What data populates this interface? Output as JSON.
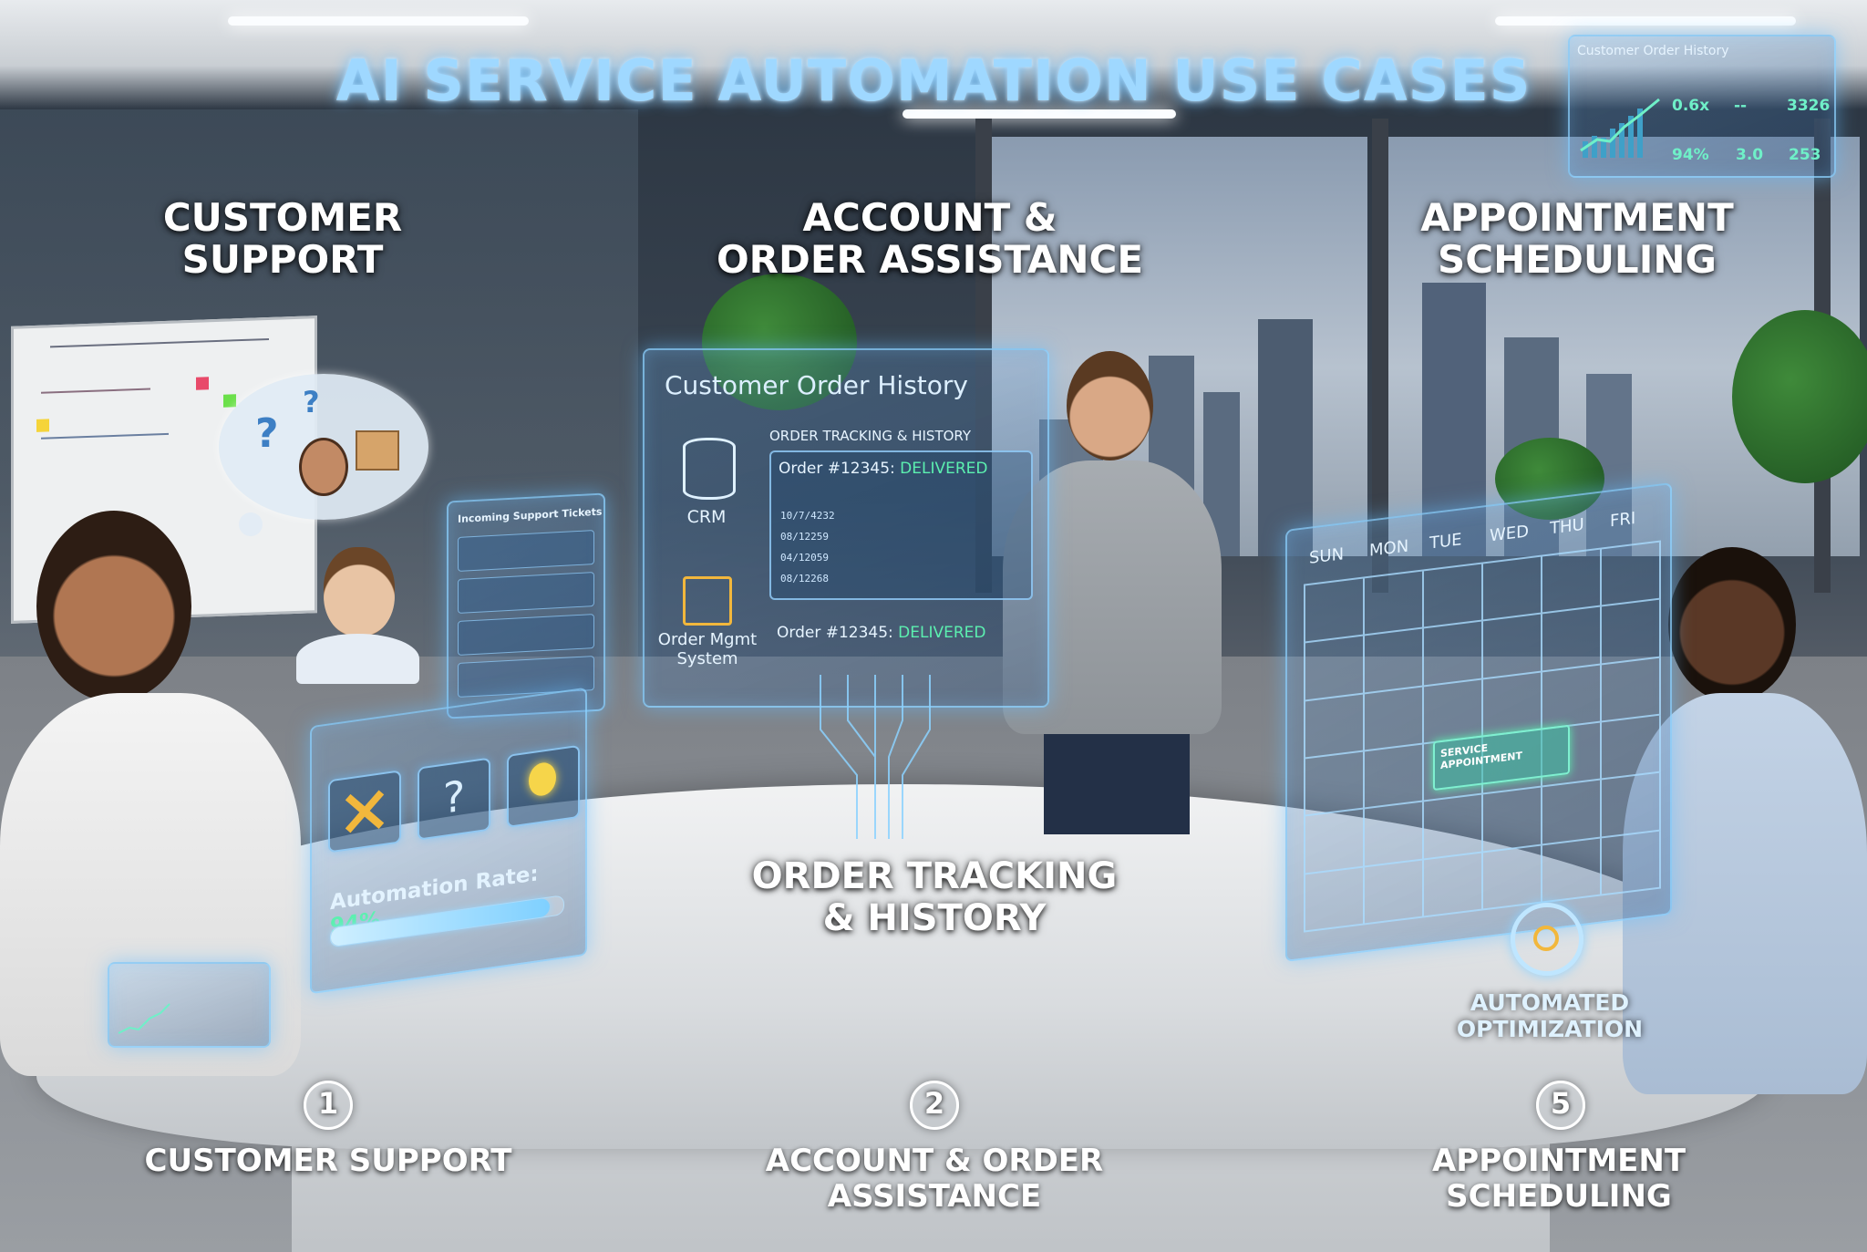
{
  "title": "AI SERVICE AUTOMATION USE CASES",
  "sections": {
    "customer_support": [
      "CUSTOMER",
      "SUPPORT"
    ],
    "account_order": [
      "ACCOUNT &",
      "ORDER ASSISTANCE"
    ],
    "appointment": [
      "APPOINTMENT",
      "SCHEDULING"
    ],
    "order_tracking": [
      "ORDER TRACKING",
      "& HISTORY"
    ],
    "automated_optimization": [
      "AUTOMATED",
      "OPTIMIZATION"
    ]
  },
  "order_panel": {
    "title": "Customer Order History",
    "subtitle": "ORDER TRACKING & HISTORY",
    "crm_label": "CRM",
    "oms_label": [
      "Order Mgmt",
      "System"
    ],
    "order_prefix": "Order #12345: ",
    "order_status": "DELIVERED",
    "table_rows": [
      "10/7/4232",
      "08/12259",
      "04/12059",
      "08/12268"
    ]
  },
  "tickets_panel": {
    "title": "Incoming Support Tickets"
  },
  "automation": {
    "label": "Automation Rate: ",
    "value": "94%",
    "fill": 0.94
  },
  "calendar": {
    "days": [
      "SUN",
      "MON",
      "TUE",
      "WED",
      "THU",
      "FRI"
    ],
    "appointment_label": "SERVICE APPOINTMENT"
  },
  "mini_dashboard": {
    "title": "Customer Order History",
    "stats": [
      {
        "value": "0.6x"
      },
      {
        "value": "--"
      },
      {
        "value": "3326"
      },
      {
        "value": "94%"
      },
      {
        "value": "3.0"
      },
      {
        "value": "253"
      }
    ]
  },
  "bottom": {
    "items": [
      {
        "number": "1",
        "label": [
          "CUSTOMER SUPPORT"
        ]
      },
      {
        "number": "2",
        "label": [
          "ACCOUNT & ORDER",
          "ASSISTANCE"
        ]
      },
      {
        "number": "5",
        "label": [
          "APPOINTMENT",
          "SCHEDULING"
        ]
      }
    ]
  },
  "colors": {
    "hologram": "#8cd2ff",
    "delivered": "#5cf0b0",
    "title_glow": "#9fd8ff"
  }
}
